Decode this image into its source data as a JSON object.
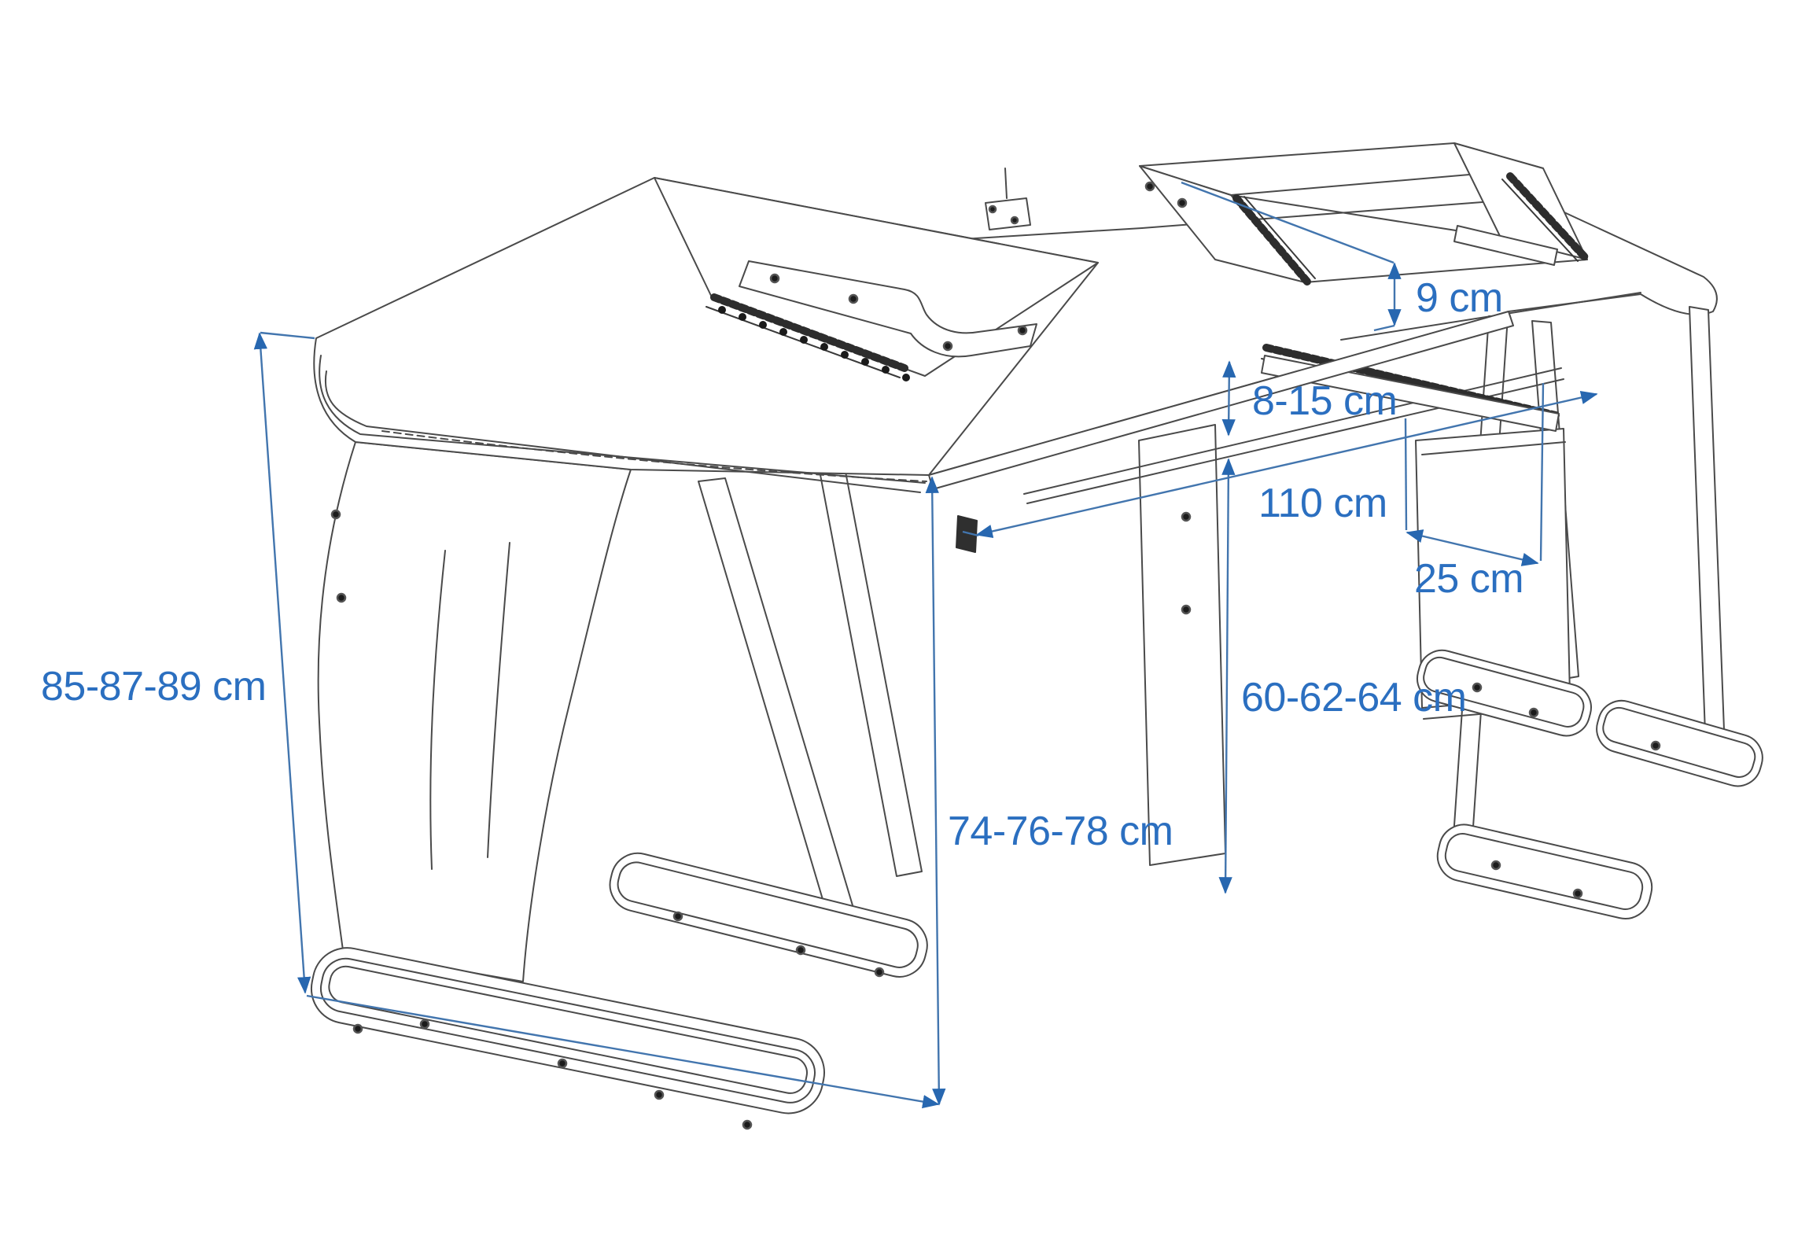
{
  "diagram": {
    "type": "technical_line_drawing",
    "subject": "Isometric line drawing of a studio rack desk with dimension annotations",
    "units": "cm",
    "dimension_labels": [
      {
        "text": "85-87-89 cm"
      },
      {
        "text": "74-76-78 cm"
      },
      {
        "text": "60-62-64 cm"
      },
      {
        "text": "8-15 cm"
      },
      {
        "text": "110 cm"
      },
      {
        "text": "25 cm"
      },
      {
        "text": "9 cm"
      }
    ],
    "colors": {
      "dimension_blue": "#2B6FC0",
      "arrow_blue": "#2767B0",
      "line_art_gray": "#4A4A4A",
      "background": "#FFFFFF"
    }
  }
}
